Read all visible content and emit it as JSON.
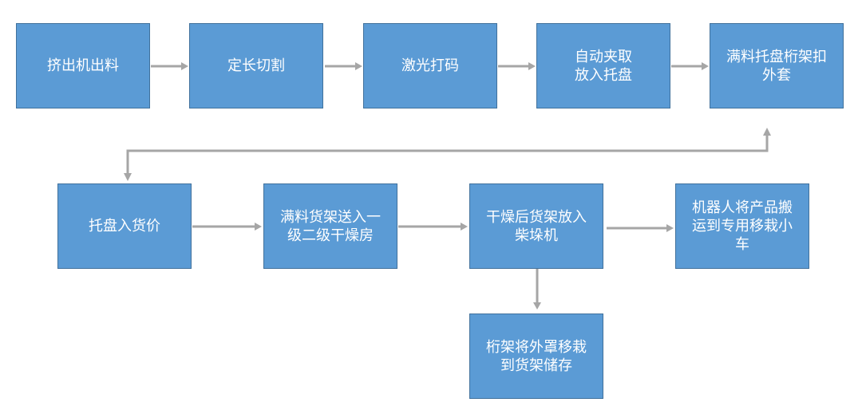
{
  "steps": {
    "extrude": "挤出机出料",
    "cut": "定长切割",
    "laser": "激光打码",
    "pick_line1": "自动夹取",
    "pick_line2": "放入托盘",
    "gantry_line1": "满料托盘桁架扣",
    "gantry_line2": "外套",
    "rack": "托盘入货价",
    "dry_line1": "满料货架送入一",
    "dry_line2": "级二级干燥房",
    "after_dry_line1": "干燥后货架放入",
    "after_dry_line2": "柴垛机",
    "robot_line1": "机器人将产品搬",
    "robot_line2": "运到专用移栽小",
    "robot_line3": "车",
    "store_line1": "桁架将外罩移栽",
    "store_line2": "到货架储存"
  },
  "colors": {
    "box_fill": "#5b9bd5",
    "box_border": "#41719c",
    "arrow": "#a6a6a6",
    "text": "#ffffff"
  }
}
